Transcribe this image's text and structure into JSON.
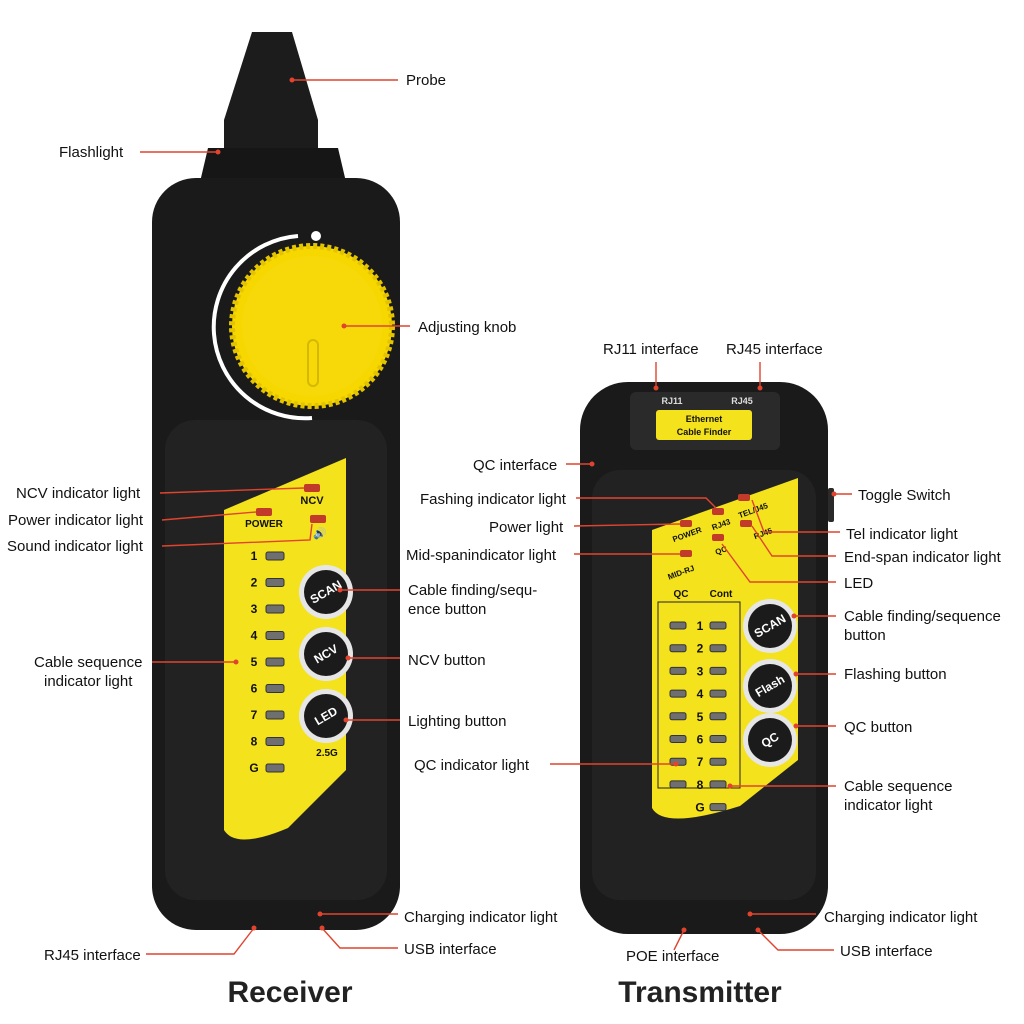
{
  "titles": {
    "receiver": "Receiver",
    "transmitter": "Transmitter"
  },
  "colors": {
    "body": "#171717",
    "panel": "#f4e21c",
    "knob": "#f6d700",
    "leader": "#e0442f",
    "led_red": "#c23a2a",
    "led_off": "#6f6f6f"
  },
  "receiver": {
    "labels": {
      "probe": "Probe",
      "flashlight": "Flashlight",
      "adjusting_knob": "Adjusting knob",
      "ncv_indicator": "NCV indicator light",
      "power_indicator": "Power indicator light",
      "sound_indicator": "Sound indicator light",
      "cable_sequence_l1": "Cable sequence",
      "cable_sequence_l2": "indicator light",
      "cable_finding_l1": "Cable finding/sequ-",
      "cable_finding_l2": "ence button",
      "ncv_button": "NCV button",
      "lighting_button": "Lighting button",
      "qc_indicator": "QC indicator light",
      "charging_indicator": "Charging indicator light",
      "usb_interface": "USB interface",
      "rj45_interface": "RJ45 interface"
    },
    "device": {
      "ncv": "NCV",
      "power": "POWER",
      "sound": "🔊",
      "sequence": [
        "1",
        "2",
        "3",
        "4",
        "5",
        "6",
        "7",
        "8",
        "G"
      ],
      "buttons": [
        "SCAN",
        "NCV",
        "LED"
      ],
      "speed": "2.5G"
    }
  },
  "transmitter": {
    "labels": {
      "rj11_interface": "RJ11 interface",
      "rj45_interface": "RJ45 interface",
      "qc_interface": "QC interface",
      "flashing_indicator": "Fashing indicator light",
      "power_light": "Power light",
      "midspan_indicator": "Mid-spanindicator light",
      "toggle_switch": "Toggle Switch",
      "tel_indicator": "Tel indicator light",
      "endspan_indicator": "End-span indicator light",
      "led": "LED",
      "cable_finding_l1": "Cable finding/sequence",
      "cable_finding_l2": "button",
      "flashing_button": "Flashing button",
      "qc_button": "QC button",
      "cable_sequence_l1": "Cable sequence",
      "cable_sequence_l2": "indicator light",
      "charging_indicator": "Charging indicator light",
      "usb_interface": "USB interface",
      "poe_interface": "POE interface"
    },
    "device": {
      "port_rj11": "RJ11",
      "port_rj45": "RJ45",
      "screen_l1": "Ethernet",
      "screen_l2": "Cable Finder",
      "power": "POWER",
      "rj43": "RJ43",
      "tel": "TEL/J45",
      "midrj": "MID-RJ",
      "qc_led": "QC",
      "rj45_led": "RJ45",
      "col_qc": "QC",
      "col_cont": "Cont",
      "sequence": [
        "1",
        "2",
        "3",
        "4",
        "5",
        "6",
        "7",
        "8",
        "G"
      ],
      "buttons": [
        "SCAN",
        "Flash",
        "QC"
      ]
    }
  }
}
